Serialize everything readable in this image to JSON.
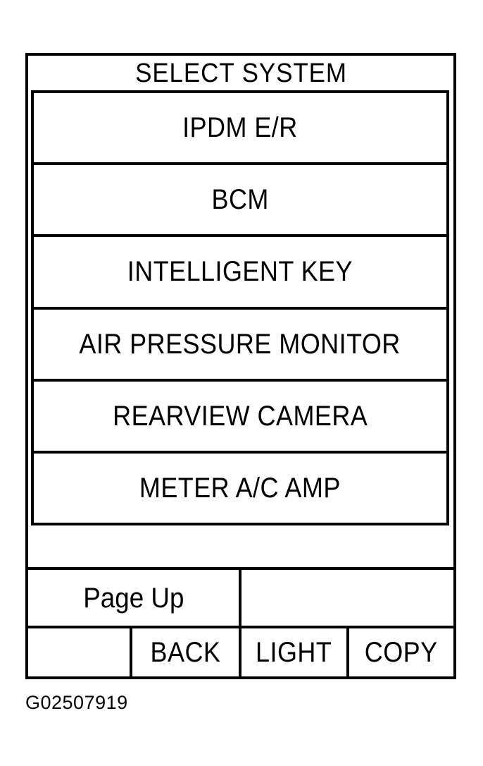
{
  "screen": {
    "title": "SELECT SYSTEM",
    "menu_items": [
      {
        "label": "IPDM E/R"
      },
      {
        "label": "BCM"
      },
      {
        "label": "INTELLIGENT KEY"
      },
      {
        "label": "AIR PRESSURE MONITOR"
      },
      {
        "label": "REARVIEW CAMERA"
      },
      {
        "label": "METER A/C AMP"
      }
    ],
    "paging": {
      "page_up_label": "Page Up",
      "right_cell_label": ""
    },
    "function_keys": [
      {
        "label": ""
      },
      {
        "label": "BACK"
      },
      {
        "label": "LIGHT"
      },
      {
        "label": "COPY"
      }
    ]
  },
  "figure": {
    "caption": "G02507919"
  },
  "colors": {
    "ink": "#000000",
    "background": "#ffffff"
  }
}
